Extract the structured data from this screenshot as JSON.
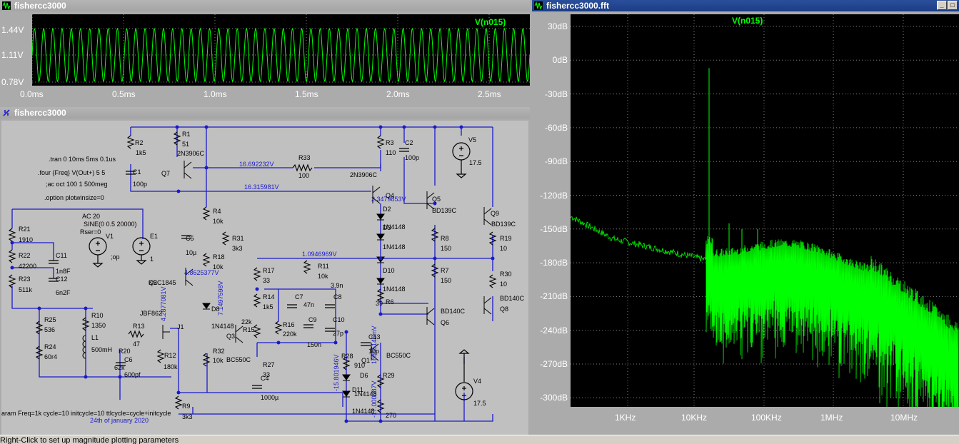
{
  "wave_window": {
    "title": "fishercc3000",
    "trace": "V(n015)",
    "y_ticks": [
      "1.44V",
      "1.11V",
      "0.78V"
    ],
    "x_ticks": [
      "0.0ms",
      "0.5ms",
      "1.0ms",
      "1.5ms",
      "2.0ms",
      "2.5ms"
    ]
  },
  "fft_window": {
    "title": "fishercc3000.fft",
    "trace": "V(n015)",
    "y_ticks": [
      "30dB",
      "0dB",
      "-30dB",
      "-60dB",
      "-90dB",
      "-120dB",
      "-150dB",
      "-180dB",
      "-210dB",
      "-240dB",
      "-270dB",
      "-300dB"
    ],
    "x_ticks": [
      "1KHz",
      "10KHz",
      "100KHz",
      "1MHz",
      "10MHz"
    ]
  },
  "schematic_window": {
    "title": "fishercc3000",
    "directives": [
      ".tran 0 10ms 5ms 0.1us",
      ".four {Freq} V(Out+) 5 5",
      ";ac oct 100 1 500meg",
      ".option plotwinsize=0"
    ],
    "param_line": "aram Freq=1k cycle=10 initcycle=10 ttlcycle=cycle+initcycle",
    "date_note": "24th of january 2020",
    "source_label": [
      "AC 20",
      "SINE(0 0.5 20000)",
      "Rser=0"
    ],
    "components": [
      {
        "ref": "R2",
        "val": "1k5"
      },
      {
        "ref": "R1",
        "val": "51"
      },
      {
        "ref": "C1",
        "val": "100p"
      },
      {
        "ref": "Q7",
        "val": "2N3906C"
      },
      {
        "ref": "R33",
        "val": "100"
      },
      {
        "ref": "R3",
        "val": "110"
      },
      {
        "ref": "C2",
        "val": "100p"
      },
      {
        "ref": "V5",
        "val": "17.5"
      },
      {
        "ref": "Q4",
        "val": "2N3906C"
      },
      {
        "ref": "Q5",
        "val": "BD139C"
      },
      {
        "ref": "Q9",
        "val": "BD139C"
      },
      {
        "ref": "R19",
        "val": "10"
      },
      {
        "ref": "R8",
        "val": "150"
      },
      {
        "ref": "R7",
        "val": "150"
      },
      {
        "ref": "R30",
        "val": "10"
      },
      {
        "ref": "Q8",
        "val": "BD140C"
      },
      {
        "ref": "Q6",
        "val": "BD140C"
      },
      {
        "ref": "R21",
        "val": "1910"
      },
      {
        "ref": "R22",
        "val": "42200"
      },
      {
        "ref": "R23",
        "val": "511k"
      },
      {
        "ref": "C11",
        "val": "1n8F"
      },
      {
        "ref": "C12",
        "val": "6n2F"
      },
      {
        "ref": "R4",
        "val": "10k"
      },
      {
        "ref": "C5",
        "val": "10µ"
      },
      {
        "ref": "R31",
        "val": "3k3"
      },
      {
        "ref": "R18",
        "val": "10k"
      },
      {
        "ref": "Q2",
        "val": "KSC1845"
      },
      {
        "ref": "R25",
        "val": "536"
      },
      {
        "ref": "R24",
        "val": "60r4"
      },
      {
        "ref": "R10",
        "val": "1350"
      },
      {
        "ref": "L1",
        "val": "500mH"
      },
      {
        "ref": "R13",
        "val": "47"
      },
      {
        "ref": "J1",
        "val": "JBF862"
      },
      {
        "ref": "R20",
        "val": "62k"
      },
      {
        "ref": "C6",
        "val": "600pf"
      },
      {
        "ref": "R12",
        "val": "180k"
      },
      {
        "ref": "R32",
        "val": "10k"
      },
      {
        "ref": "Q3",
        "val": "BC550C"
      },
      {
        "ref": "R17",
        "val": "33"
      },
      {
        "ref": "R11",
        "val": "10k"
      },
      {
        "ref": "R14",
        "val": "1k5"
      },
      {
        "ref": "C7",
        "val": "47n"
      },
      {
        "ref": "C8",
        "val": "3.9n"
      },
      {
        "ref": "R16",
        "val": "220k"
      },
      {
        "ref": "C9",
        "val": "150n"
      },
      {
        "ref": "C10",
        "val": "27p"
      },
      {
        "ref": "R27",
        "val": "33"
      },
      {
        "ref": "C4",
        "val": "1000µ"
      },
      {
        "ref": "R28",
        "val": "910"
      },
      {
        "ref": "Q1",
        "val": "BC550C"
      },
      {
        "ref": "R29",
        "val": "270"
      },
      {
        "ref": "R9",
        "val": "3k3"
      },
      {
        "ref": "V4",
        "val": "17.5"
      },
      {
        "ref": "R6",
        "val": "39"
      },
      {
        "ref": "R15",
        "val": "22k"
      },
      {
        "ref": "D2",
        "val": "1N4148"
      },
      {
        "ref": "D3",
        "val": "1N4148"
      },
      {
        "ref": "D10",
        "val": "1N4148"
      },
      {
        "ref": "D8",
        "val": "1N4148"
      },
      {
        "ref": "D6",
        "val": "1N4148"
      },
      {
        "ref": "D11",
        "val": "1N4148"
      },
      {
        "ref": "V1",
        "val": ""
      },
      {
        "ref": "E1",
        "val": "1"
      },
      {
        "ref": "C13",
        "val": "10p"
      }
    ],
    "node_voltages": [
      "16.692232V",
      "16.315981V",
      "2.3479853V",
      "1.0946969V",
      "4.2877081V",
      "4.8625377V",
      "7.1497598V",
      "-15.801946V",
      "-17.000087V",
      "16855145mV"
    ]
  },
  "status_bar": "Right-Click to set up magnitude plotting parameters",
  "colors": {
    "trace": "#00ff00",
    "wire": "#1a1acd",
    "plot_bg": "#000000",
    "grid": "#808080",
    "title_active": "#1c3d86"
  }
}
